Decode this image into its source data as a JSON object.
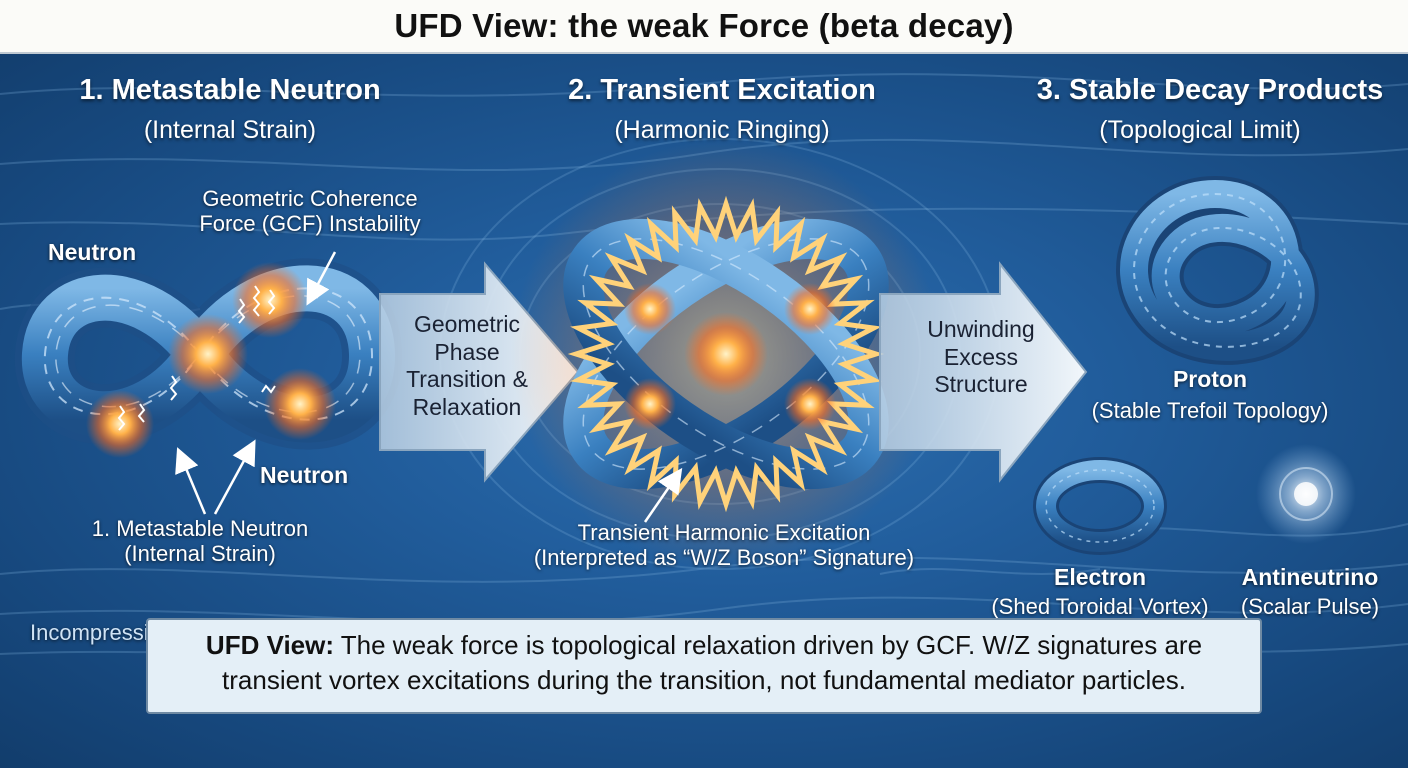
{
  "title": "UFD View: the weak Force (beta decay)",
  "stage1": {
    "heading": "1. Metastable Neutron",
    "subheading": "(Internal Strain)"
  },
  "stage2": {
    "heading": "2. Transient Excitation",
    "subheading": "(Harmonic Ringing)"
  },
  "stage3": {
    "heading": "3. Stable Decay Products",
    "subheading": "(Topological Limit)"
  },
  "labels": {
    "gcf_line1": "Geometric Coherence",
    "gcf_line2": "Force (GCF) Instability",
    "neutron_top": "Neutron",
    "neutron_bottom": "Neutron",
    "caption1_line1": "1. Metastable Neutron",
    "caption1_line2": "(Internal Strain)",
    "caption2_line1": "Transient Harmonic Excitation",
    "caption2_line2": "(Interpreted as “W/Z Boson” Signature)",
    "plenum": "Incompressible Universal Energetic Field (UEF) Plenum",
    "proton": "Proton",
    "proton_sub": "(Stable Trefoil Topology)",
    "electron": "Electron",
    "electron_sub": "(Shed Toroidal Vortex)",
    "antineutrino": "Antineutrino",
    "antineutrino_sub": "(Scalar Pulse)"
  },
  "arrow1": {
    "lines": [
      "Geometric",
      "Phase",
      "Transition &",
      "Relaxation"
    ]
  },
  "arrow2": {
    "lines": [
      "Unwinding",
      "Excess",
      "Structure"
    ]
  },
  "summary": {
    "lead": "UFD View:",
    "text": " The weak force is topological relaxation driven by GCF. W/Z signatures are transient vortex excitations during the transition, not fundamental mediator particles."
  },
  "colors": {
    "field_blue": "#215d9c",
    "glow_orange": "#ff8a2a",
    "glow_core": "#fff0c0",
    "knot_blue": "#3d86c6",
    "arrow_fill": "#dfe9f3"
  }
}
